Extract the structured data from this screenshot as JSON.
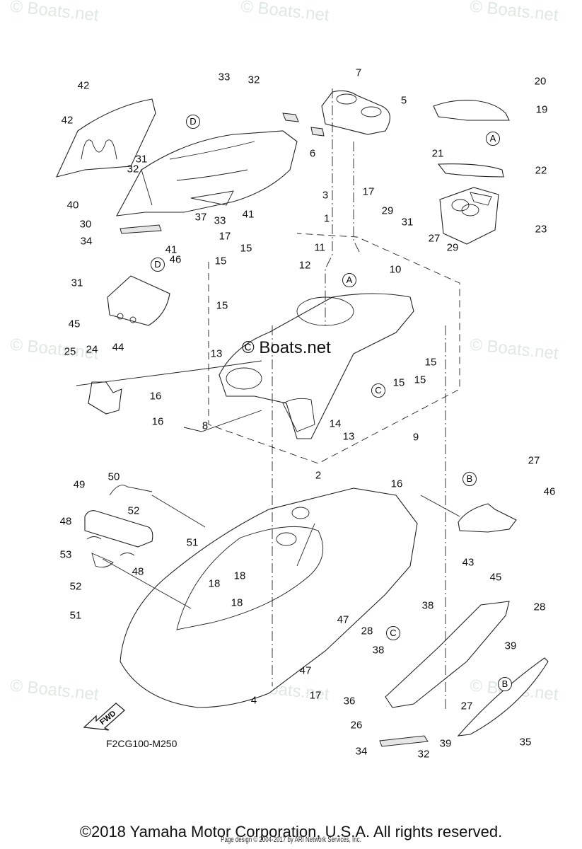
{
  "watermark": "© Boats.net",
  "center_watermark": "© Boats.net",
  "diagram_code": "F2CG100-M250",
  "fwd_label": "FWD",
  "copyright": "©2018 Yamaha Motor Corporation, U.S.A. All rights reserved.",
  "page_design": "Page design © 2004-2017 by ARI Network Services, Inc.",
  "reference_markers": [
    "A",
    "B",
    "C",
    "D"
  ],
  "callouts": [
    {
      "num": "1"
    },
    {
      "num": "2"
    },
    {
      "num": "3"
    },
    {
      "num": "4"
    },
    {
      "num": "5"
    },
    {
      "num": "6"
    },
    {
      "num": "7"
    },
    {
      "num": "8"
    },
    {
      "num": "9"
    },
    {
      "num": "10"
    },
    {
      "num": "11"
    },
    {
      "num": "12"
    },
    {
      "num": "13"
    },
    {
      "num": "14"
    },
    {
      "num": "15"
    },
    {
      "num": "16"
    },
    {
      "num": "17"
    },
    {
      "num": "18"
    },
    {
      "num": "19"
    },
    {
      "num": "20"
    },
    {
      "num": "21"
    },
    {
      "num": "22"
    },
    {
      "num": "23"
    },
    {
      "num": "24"
    },
    {
      "num": "25"
    },
    {
      "num": "26"
    },
    {
      "num": "27"
    },
    {
      "num": "28"
    },
    {
      "num": "29"
    },
    {
      "num": "30"
    },
    {
      "num": "31"
    },
    {
      "num": "32"
    },
    {
      "num": "33"
    },
    {
      "num": "34"
    },
    {
      "num": "35"
    },
    {
      "num": "36"
    },
    {
      "num": "37"
    },
    {
      "num": "38"
    },
    {
      "num": "39"
    },
    {
      "num": "40"
    },
    {
      "num": "41"
    },
    {
      "num": "42"
    },
    {
      "num": "43"
    },
    {
      "num": "44"
    },
    {
      "num": "45"
    },
    {
      "num": "46"
    },
    {
      "num": "47"
    },
    {
      "num": "48"
    },
    {
      "num": "49"
    },
    {
      "num": "50"
    },
    {
      "num": "51"
    },
    {
      "num": "52"
    },
    {
      "num": "53"
    }
  ]
}
